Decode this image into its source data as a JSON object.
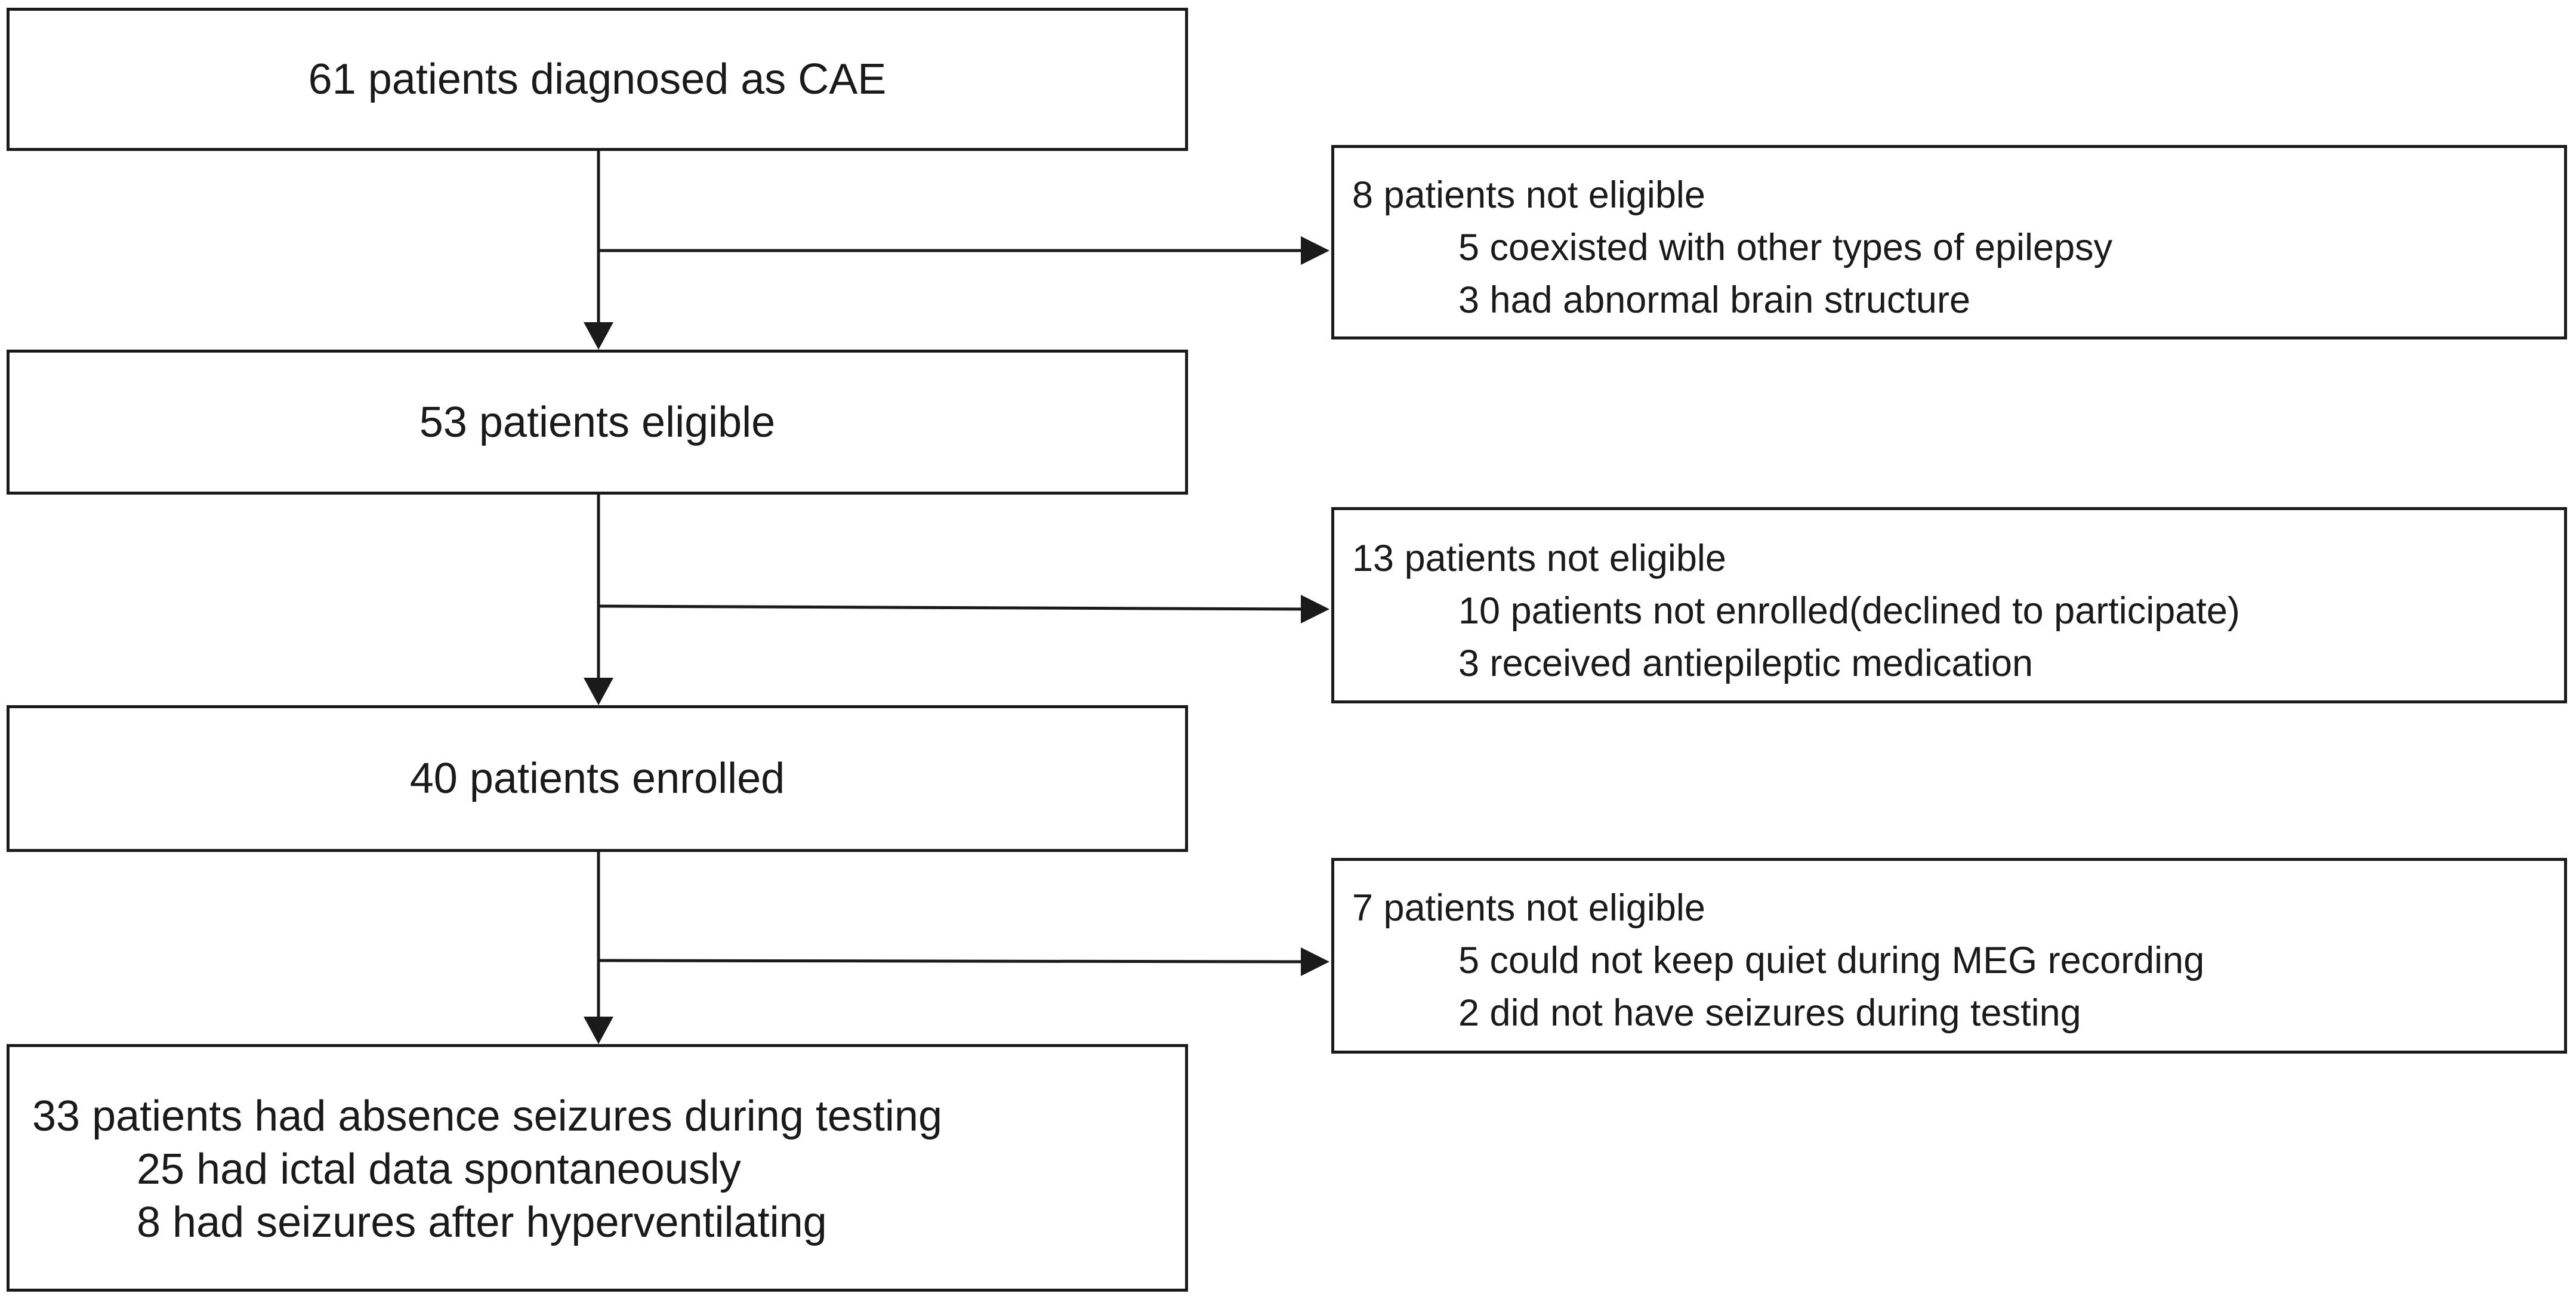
{
  "boxes": {
    "b1": {
      "text": "61 patients diagnosed as CAE"
    },
    "b2": {
      "text": "53 patients eligible"
    },
    "b3": {
      "text": "40 patients enrolled"
    },
    "final": {
      "title": "33 patients had absence seizures during testing",
      "items": [
        "25 had ictal data spontaneously",
        "8 had seizures after hyperventilating"
      ]
    }
  },
  "exclusions": [
    {
      "title": "8 patients not eligible",
      "items": [
        "5 coexisted with other types of epilepsy",
        "3  had abnormal brain structure"
      ]
    },
    {
      "title": "13 patients not eligible",
      "items": [
        "10 patients not enrolled(declined to participate)",
        "3 received antiepileptic medication"
      ]
    },
    {
      "title": "7 patients not eligible",
      "items": [
        "5 could not keep quiet during MEG recording",
        "2  did not have seizures during testing"
      ]
    }
  ],
  "colors": {
    "line": "#1a1a1a",
    "background": "#ffffff"
  }
}
